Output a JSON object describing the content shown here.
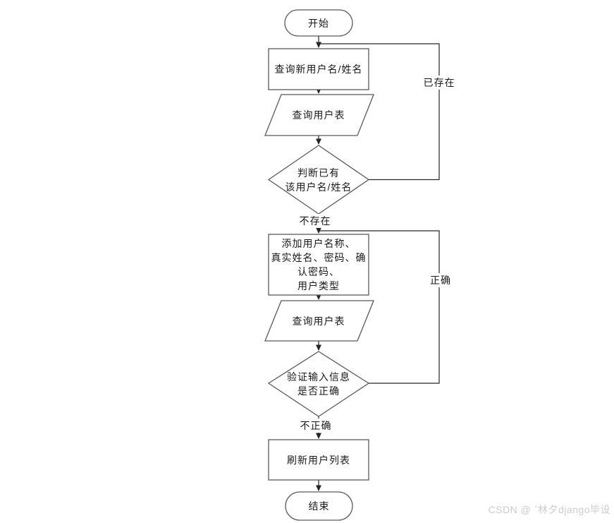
{
  "flowchart": {
    "nodes": {
      "start": {
        "type": "terminator",
        "label": "开始"
      },
      "query_new_user": {
        "type": "process",
        "label": "查询新用户名/姓名"
      },
      "query_user_table_1": {
        "type": "data",
        "label": "查询用户表"
      },
      "check_existing": {
        "type": "decision",
        "label": "判断已有\n该用户名/姓名"
      },
      "add_user_info": {
        "type": "process",
        "label": "添加用户名称、\n真实姓名、密码、确\n认密码、\n用户类型"
      },
      "query_user_table_2": {
        "type": "data",
        "label": "查询用户表"
      },
      "validate_input": {
        "type": "decision",
        "label": "验证输入信息\n是否正确"
      },
      "refresh_user_list": {
        "type": "process",
        "label": "刷新用户列表"
      },
      "end": {
        "type": "terminator",
        "label": "结束"
      }
    },
    "edge_labels": {
      "exists": "已存在",
      "not_exists": "不存在",
      "correct": "正确",
      "incorrect": "不正确"
    },
    "colors": {
      "line": "#262626",
      "shape_stroke": "#595959",
      "text": "#1a1a1a",
      "watermark": "#cccccc",
      "background": "#ffffff"
    }
  },
  "watermark": {
    "text": "CSDN @ ˊ林夕django毕设"
  }
}
